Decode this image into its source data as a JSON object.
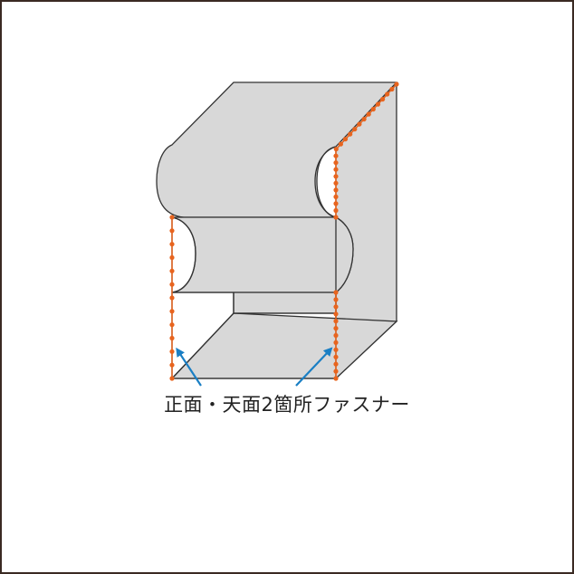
{
  "caption": "正面・天面2箇所ファスナー",
  "colors": {
    "background": "#ffffff",
    "frame": "#3a2a22",
    "cover_fill": "#d8d8d8",
    "cover_stroke": "#333333",
    "zipper": "#e8641e",
    "arrow": "#1a7fc4",
    "text": "#222222"
  },
  "zippers": [
    {
      "name": "front-left-zipper",
      "dots": 13
    },
    {
      "name": "front-right-zipper",
      "dots": 13
    },
    {
      "name": "top-right-zipper",
      "dots": 24
    }
  ],
  "arrows": [
    {
      "name": "left-arrow"
    },
    {
      "name": "right-arrow"
    }
  ]
}
